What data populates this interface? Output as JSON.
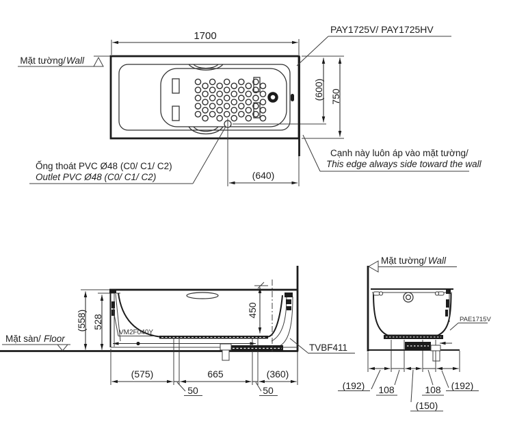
{
  "product_label": "PAY1725V/ PAY1725HV",
  "labels": {
    "wall_vi": "Mặt tường/",
    "wall_en": "Wall",
    "floor_vi": "Mặt sàn/",
    "floor_en": "Floor"
  },
  "top_view": {
    "dim_length": "1700",
    "dim_width": "750",
    "dim_width_basin": "(600)",
    "dim_outlet": "(640)",
    "outlet_note_vi": "Ống thoát PVC Ø48 (C0/ C1/ C2)",
    "outlet_note_en": "Outlet PVC Ø48 (C0/ C1/ C2)",
    "wall_note_vi": "Cạnh này luôn áp vào mặt tường/",
    "wall_note_en": "This edge always side toward the wall"
  },
  "side_view": {
    "dim_height_overall": "(558)",
    "dim_height_rim": "528",
    "dim_depth": "450",
    "dim_bottom": [
      "(575)",
      "50",
      "665",
      "50",
      "(360)"
    ],
    "hose_code": "VM2F040Y",
    "drain_kit_code": "TVBF411"
  },
  "end_view": {
    "apron_code": "PAE1715V",
    "dim_bottom": [
      "(192)",
      "108",
      "(150)",
      "108",
      "(192)"
    ]
  }
}
